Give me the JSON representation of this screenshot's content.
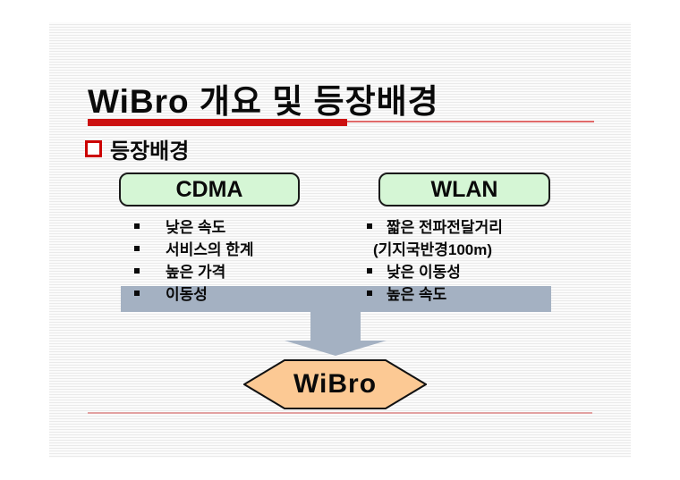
{
  "slide": {
    "title": "WiBro 개요 및 등장배경",
    "section": {
      "label": "등장배경"
    },
    "columns": [
      {
        "header": "CDMA",
        "items": [
          "낮은 속도",
          "서비스의 한계",
          "높은 가격",
          "이동성"
        ]
      },
      {
        "header": "WLAN",
        "items": [
          "짧은 전파전달거리",
          "(기지국반경100m)",
          "낮은 이동성",
          "높은 속도"
        ]
      }
    ],
    "result": {
      "label": "WiBro"
    },
    "colors": {
      "accent_red": "#cc1111",
      "thin_red_line": "#e06a6a",
      "bottom_pink_line": "#e2a1a1",
      "box_green": "#d5f6d5",
      "bar_gray": "#a4b1c2",
      "hexagon_orange": "#fcc994"
    }
  }
}
